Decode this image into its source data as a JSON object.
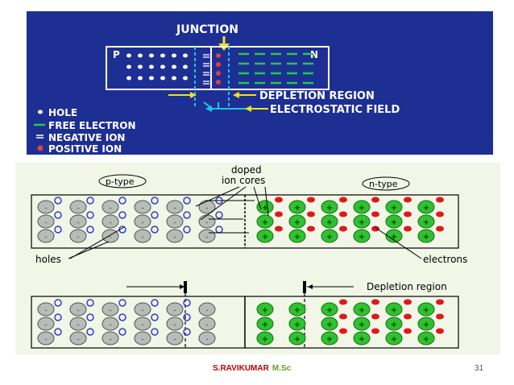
{
  "top_diagram": {
    "junction_label": "JUNCTION",
    "p_label": "P",
    "n_label": "N",
    "depletion_label": "DEPLETION REGION",
    "field_label": "ELECTROSTATIC FIELD",
    "legend": [
      {
        "label": "HOLE",
        "symbol": "hole"
      },
      {
        "label": "FREE ELECTRON",
        "symbol": "electron"
      },
      {
        "label": "NEGATIVE ION",
        "symbol": "negative-ion"
      },
      {
        "label": "POSITIVE ION",
        "symbol": "positive-ion"
      }
    ],
    "colors": {
      "background": "#1d2f93",
      "electron": "#22c94a",
      "positive_ion": "#e04040",
      "dash_line": "#22c4e6"
    }
  },
  "bottom_diagram": {
    "p_type_label": "p-type",
    "n_type_label": "n-type",
    "doped_label_line1": "doped",
    "doped_label_line2": "ion cores",
    "holes_label": "holes",
    "electrons_label": "electrons",
    "depletion_label": "Depletion region",
    "colors": {
      "p_core": "#b8bcb8",
      "n_core": "#2fc22f",
      "hole": "#2b3fd0",
      "electron": "#e01818"
    }
  },
  "footer": {
    "author": "S.RAVIKUMAR",
    "degree": "M.Sc",
    "page_number": "31"
  }
}
